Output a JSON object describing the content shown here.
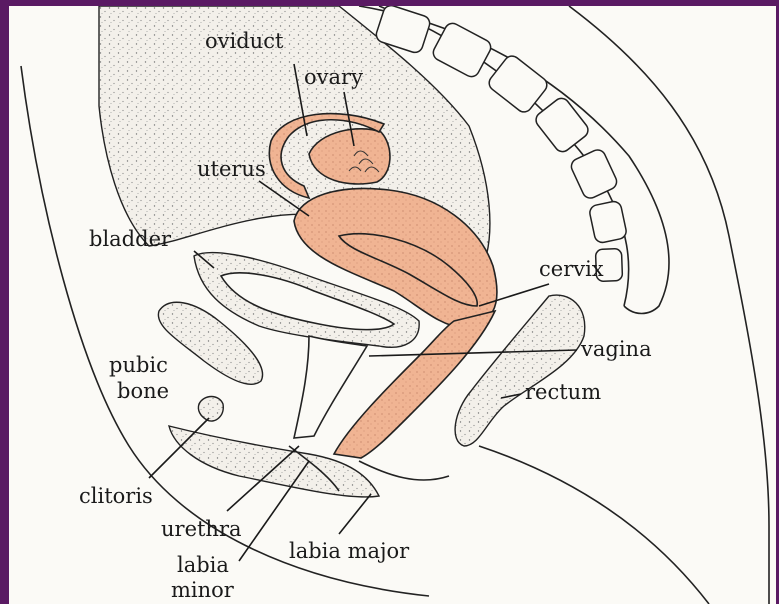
{
  "diagram": {
    "labels": {
      "oviduct": "oviduct",
      "ovary": "ovary",
      "uterus": "uterus",
      "bladder": "bladder",
      "cervix": "cervix",
      "pubic_bone_1": "pubic",
      "pubic_bone_2": "bone",
      "vagina": "vagina",
      "rectum": "rectum",
      "clitoris": "clitoris",
      "urethra": "urethra",
      "labia_minor_1": "labia",
      "labia_minor_2": "minor",
      "labia_major": "labia major"
    },
    "colors": {
      "border": "#5a1a63",
      "organ_fill": "#f0b493",
      "background": "#fbfaf6",
      "ink": "#1a1a1a"
    }
  }
}
